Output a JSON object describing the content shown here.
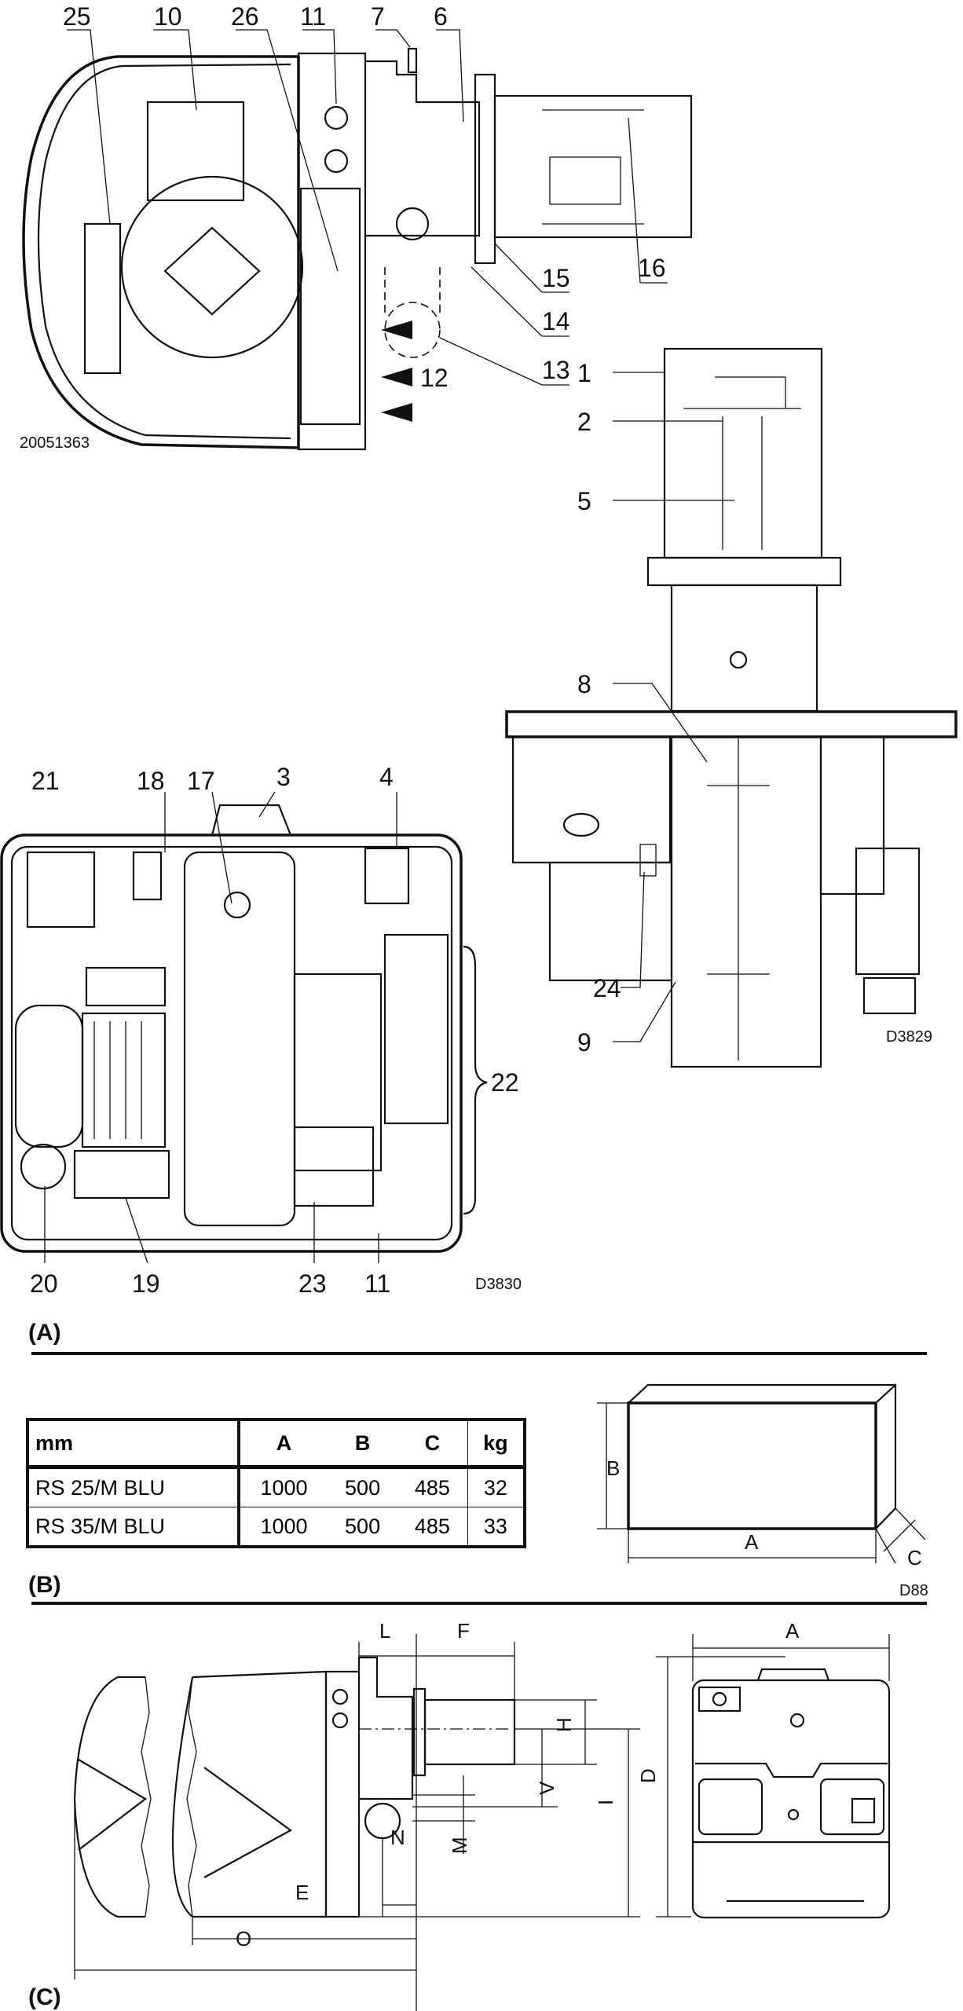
{
  "section_a": {
    "label": "(A)",
    "top_view": {
      "drawing_code": "20051363",
      "callouts": [
        "25",
        "10",
        "26",
        "11",
        "7",
        "6",
        "15",
        "16",
        "14",
        "13",
        "12"
      ]
    },
    "side_view": {
      "drawing_code": "D3829",
      "callouts": [
        "1",
        "2",
        "5",
        "8",
        "24",
        "9"
      ]
    },
    "rear_view": {
      "drawing_code": "D3830",
      "callouts": [
        "21",
        "18",
        "17",
        "3",
        "4",
        "22",
        "20",
        "19",
        "23",
        "11"
      ]
    }
  },
  "section_b": {
    "label": "(B)",
    "drawing_code": "D88",
    "table": {
      "headers": [
        "mm",
        "A",
        "B",
        "C",
        "kg"
      ],
      "rows": [
        [
          "RS 25/M BLU",
          "1000",
          "500",
          "485",
          "32"
        ],
        [
          "RS 35/M BLU",
          "1000",
          "500",
          "485",
          "33"
        ]
      ]
    },
    "box_dims": {
      "width": "A",
      "height": "B",
      "depth": "C"
    }
  },
  "section_c": {
    "label": "(C)",
    "dims": {
      "L": "L",
      "F": "F",
      "A": "A",
      "H": "H",
      "V": "V",
      "D": "D",
      "I": "I",
      "N": "N",
      "M": "M",
      "E": "E",
      "O": "O"
    }
  }
}
